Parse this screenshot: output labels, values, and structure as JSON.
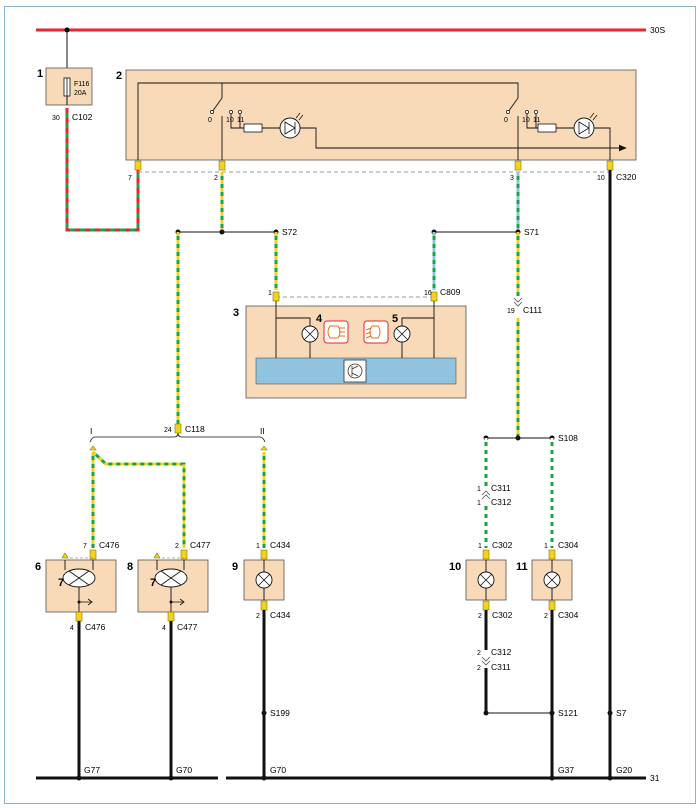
{
  "diagram": {
    "rails": {
      "top": "30S",
      "bottom": "31"
    },
    "components": [
      {
        "id": "1",
        "label": "1",
        "fuse": "F116",
        "rating": "20A"
      },
      {
        "id": "2",
        "label": "2"
      },
      {
        "id": "3",
        "label": "3"
      },
      {
        "id": "4",
        "label": "4"
      },
      {
        "id": "5",
        "label": "5"
      },
      {
        "id": "6",
        "label": "6"
      },
      {
        "id": "7a",
        "label": "7"
      },
      {
        "id": "8",
        "label": "8"
      },
      {
        "id": "7b",
        "label": "7"
      },
      {
        "id": "9",
        "label": "9"
      },
      {
        "id": "10",
        "label": "10"
      },
      {
        "id": "11",
        "label": "11"
      }
    ],
    "switch_positions": [
      "0",
      "10",
      "11"
    ],
    "connectors": {
      "c102": "C102",
      "c320": "C320",
      "c809": "C809",
      "c111": "C111",
      "c118": "C118",
      "c476": "C476",
      "c477": "C477",
      "c434": "C434",
      "c311": "C311",
      "c312": "C312",
      "c302": "C302",
      "c304": "C304"
    },
    "splices": {
      "s72": "S72",
      "s71": "S71",
      "s108": "S108",
      "s199": "S199",
      "s121": "S121",
      "s7": "S7"
    },
    "grounds": {
      "g77": "G77",
      "g70a": "G70",
      "g70b": "G70",
      "g37": "G37",
      "g20": "G20"
    },
    "branches": {
      "b1": "I",
      "b2": "II"
    },
    "pins": {
      "p30": "30",
      "p7": "7",
      "p2": "2",
      "p3": "3",
      "p10": "10",
      "p1": "1",
      "p16": "16",
      "p19": "19",
      "p24": "24",
      "p476t": "7",
      "p476b": "4",
      "p477t": "2",
      "p477b": "4",
      "p434t": "1",
      "p434b": "2",
      "p311a": "1",
      "p312a": "1",
      "p302t": "1",
      "p304t": "1",
      "p302b": "2",
      "p304b": "2",
      "p312b": "2",
      "p311b": "2"
    },
    "colors": {
      "red": "#e8262d",
      "green": "#1aa24a",
      "yellow": "#f2d21e",
      "box": "#f8d9b8",
      "ecu": "#8fc3de",
      "black": "#111111"
    }
  }
}
